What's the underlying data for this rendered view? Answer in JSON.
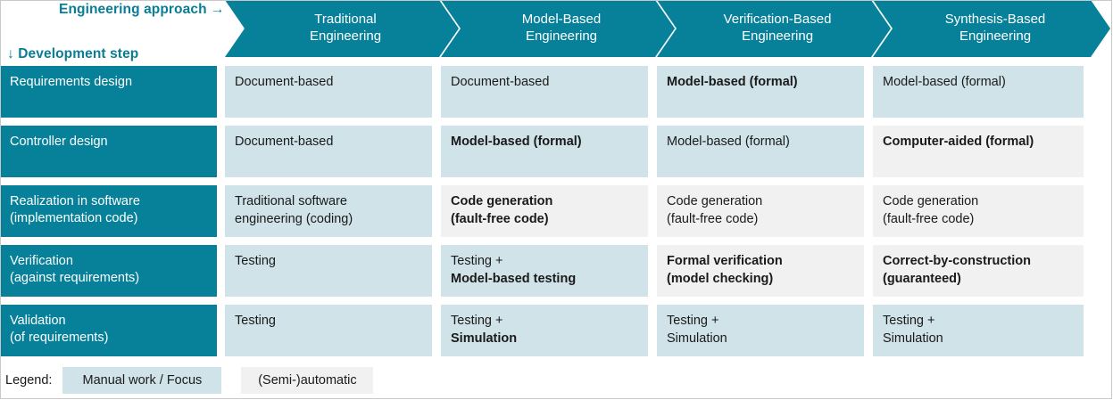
{
  "axes": {
    "column_axis_label": "Engineering approach →",
    "row_axis_label": "↓ Development step"
  },
  "colors": {
    "dark_teal": "#07819a",
    "light_blue": "#cfe3e8",
    "light_gray": "#f1f1f1",
    "accent_text": "#0a7d96"
  },
  "columns": [
    {
      "line1": "Traditional",
      "line2": "Engineering"
    },
    {
      "line1": "Model-Based",
      "line2": "Engineering"
    },
    {
      "line1": "Verification-Based",
      "line2": "Engineering"
    },
    {
      "line1": "Synthesis-Based",
      "line2": "Engineering"
    }
  ],
  "rows": [
    {
      "label_line1": "Requirements design",
      "label_line2": "",
      "cells": [
        {
          "line1": "Document-based",
          "line2": "",
          "bold1": false,
          "bold2": false,
          "style": "manual"
        },
        {
          "line1": "Document-based",
          "line2": "",
          "bold1": false,
          "bold2": false,
          "style": "manual"
        },
        {
          "line1": "Model-based (formal)",
          "line2": "",
          "bold1": true,
          "bold2": false,
          "style": "manual"
        },
        {
          "line1": "Model-based (formal)",
          "line2": "",
          "bold1": false,
          "bold2": false,
          "style": "manual"
        }
      ]
    },
    {
      "label_line1": "Controller design",
      "label_line2": "",
      "cells": [
        {
          "line1": "Document-based",
          "line2": "",
          "bold1": false,
          "bold2": false,
          "style": "manual"
        },
        {
          "line1": "Model-based (formal)",
          "line2": "",
          "bold1": true,
          "bold2": false,
          "style": "manual"
        },
        {
          "line1": "Model-based (formal)",
          "line2": "",
          "bold1": false,
          "bold2": false,
          "style": "manual"
        },
        {
          "line1": "Computer-aided (formal)",
          "line2": "",
          "bold1": true,
          "bold2": false,
          "style": "auto"
        }
      ]
    },
    {
      "label_line1": "Realization in software",
      "label_line2": "(implementation code)",
      "cells": [
        {
          "line1": "Traditional software",
          "line2": "engineering (coding)",
          "bold1": false,
          "bold2": false,
          "style": "manual"
        },
        {
          "line1": "Code generation",
          "line2": "(fault-free code)",
          "bold1": true,
          "bold2": true,
          "style": "auto"
        },
        {
          "line1": "Code generation",
          "line2": "(fault-free code)",
          "bold1": false,
          "bold2": false,
          "style": "auto"
        },
        {
          "line1": "Code generation",
          "line2": "(fault-free code)",
          "bold1": false,
          "bold2": false,
          "style": "auto"
        }
      ]
    },
    {
      "label_line1": "Verification",
      "label_line2": "(against requirements)",
      "cells": [
        {
          "line1": "Testing",
          "line2": "",
          "bold1": false,
          "bold2": false,
          "style": "manual"
        },
        {
          "line1": "Testing +",
          "line2": "Model-based testing",
          "bold1": false,
          "bold2": true,
          "style": "manual"
        },
        {
          "line1": "Formal verification",
          "line2": "(model checking)",
          "bold1": true,
          "bold2": true,
          "style": "auto"
        },
        {
          "line1": "Correct-by-construction",
          "line2": "(guaranteed)",
          "bold1": true,
          "bold2": true,
          "style": "auto"
        }
      ]
    },
    {
      "label_line1": "Validation",
      "label_line2": "(of requirements)",
      "cells": [
        {
          "line1": "Testing",
          "line2": "",
          "bold1": false,
          "bold2": false,
          "style": "manual"
        },
        {
          "line1": "Testing +",
          "line2": "Simulation",
          "bold1": false,
          "bold2": true,
          "style": "manual"
        },
        {
          "line1": "Testing +",
          "line2": "Simulation",
          "bold1": false,
          "bold2": false,
          "style": "manual"
        },
        {
          "line1": "Testing +",
          "line2": "Simulation",
          "bold1": false,
          "bold2": false,
          "style": "manual"
        }
      ]
    }
  ],
  "legend": {
    "title": "Legend:",
    "manual_label": "Manual work / Focus",
    "auto_label": "(Semi-)automatic"
  }
}
